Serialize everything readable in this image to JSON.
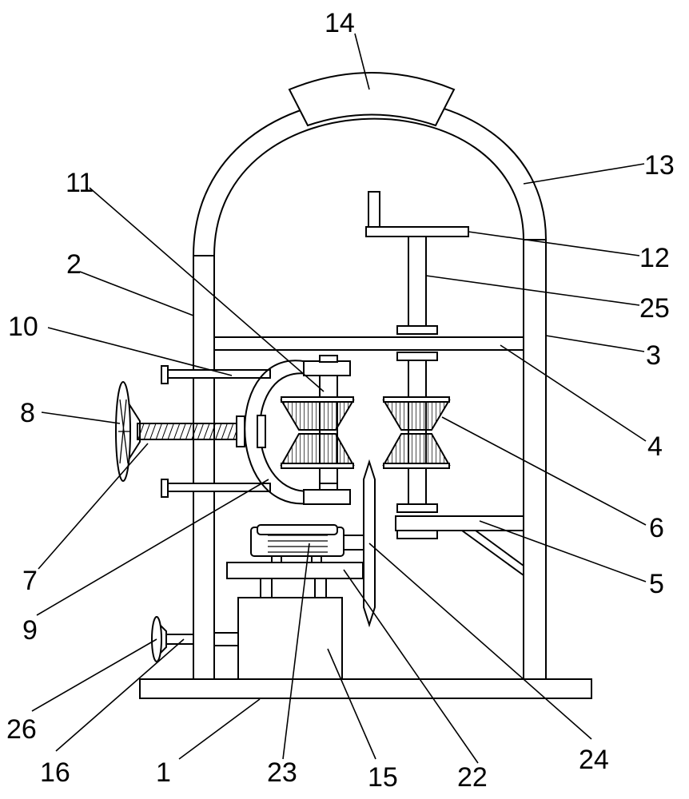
{
  "labels": {
    "l1": "1",
    "l2": "2",
    "l3": "3",
    "l4": "4",
    "l5": "5",
    "l6": "6",
    "l7": "7",
    "l8": "8",
    "l9": "9",
    "l10": "10",
    "l11": "11",
    "l12": "12",
    "l13": "13",
    "l14": "14",
    "l15": "15",
    "l16": "16",
    "l22": "22",
    "l23": "23",
    "l24": "24",
    "l25": "25",
    "l26": "26"
  }
}
